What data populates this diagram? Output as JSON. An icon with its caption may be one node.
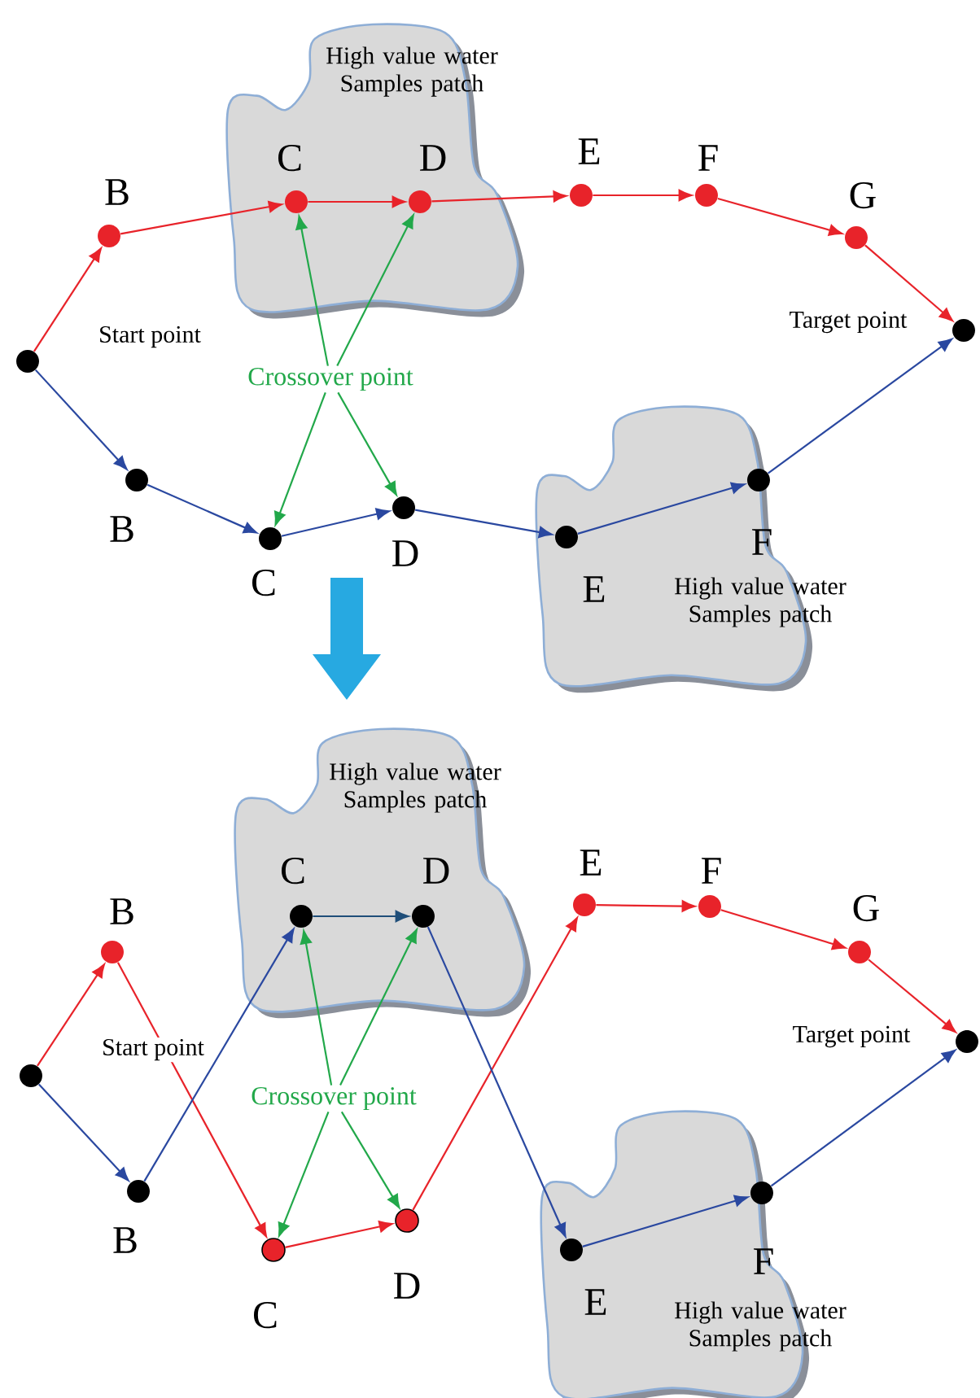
{
  "diagram": {
    "nodes": [
      {
        "text": [
          "High value water Samples patch"
        ]
      },
      {
        "text": [],
        "shape": "circle",
        "beside": [
          "Start point"
        ]
      },
      {
        "text": [],
        "shape": "circle",
        "beside": [
          "B"
        ]
      },
      {
        "text": [],
        "shape": "circle",
        "beside": [
          "C"
        ],
        "in": 0
      },
      {
        "text": [],
        "shape": "circle",
        "beside": [
          "D"
        ],
        "in": 0
      },
      {
        "text": [],
        "shape": "circle",
        "beside": [
          "E"
        ]
      },
      {
        "text": [],
        "shape": "circle",
        "beside": [
          "F"
        ]
      },
      {
        "text": [],
        "shape": "circle",
        "beside": [
          "G"
        ]
      },
      {
        "text": [],
        "shape": "circle",
        "beside": [
          "Target point"
        ]
      },
      {
        "text": [
          "Crossover point"
        ]
      },
      {
        "text": [
          "High value water Samples patch"
        ]
      },
      {
        "text": [],
        "shape": "circle",
        "beside": [
          "B"
        ]
      },
      {
        "text": [],
        "shape": "circle",
        "beside": [
          "C"
        ]
      },
      {
        "text": [],
        "shape": "circle",
        "beside": [
          "D"
        ]
      },
      {
        "text": [],
        "shape": "circle",
        "beside": [
          "E"
        ],
        "in": 10
      },
      {
        "text": [],
        "shape": "circle",
        "beside": [
          "F"
        ],
        "in": 10
      },
      {
        "text": [
          "High value water Samples patch"
        ]
      },
      {
        "text": [],
        "shape": "circle",
        "beside": [
          "Start point"
        ]
      },
      {
        "text": [],
        "shape": "circle",
        "beside": [
          "B"
        ]
      },
      {
        "text": [],
        "shape": "circle",
        "beside": [
          "C"
        ],
        "in": 16
      },
      {
        "text": [],
        "shape": "circle",
        "beside": [
          "D"
        ],
        "in": 16
      },
      {
        "text": [],
        "shape": "circle",
        "beside": [
          "E"
        ]
      },
      {
        "text": [],
        "shape": "circle",
        "beside": [
          "F"
        ]
      },
      {
        "text": [],
        "shape": "circle",
        "beside": [
          "G"
        ]
      },
      {
        "text": [],
        "shape": "circle",
        "beside": [
          "Target point"
        ]
      },
      {
        "text": [
          "Crossover point"
        ]
      },
      {
        "text": [
          "High value water Samples patch"
        ]
      },
      {
        "text": [],
        "shape": "circle",
        "beside": [
          "B"
        ]
      },
      {
        "text": [],
        "shape": "circle",
        "beside": [
          "C"
        ]
      },
      {
        "text": [],
        "shape": "circle",
        "beside": [
          "D"
        ]
      },
      {
        "text": [],
        "shape": "circle",
        "beside": [
          "E"
        ],
        "in": 26
      },
      {
        "text": [],
        "shape": "circle",
        "beside": [
          "F"
        ],
        "in": 26
      }
    ],
    "edges": [
      {
        "from": 1,
        "to": 2,
        "arrow": "to"
      },
      {
        "from": 2,
        "to": 3,
        "arrow": "to"
      },
      {
        "from": 3,
        "to": 4,
        "arrow": "to"
      },
      {
        "from": 4,
        "to": 5,
        "arrow": "to"
      },
      {
        "from": 5,
        "to": 6,
        "arrow": "to"
      },
      {
        "from": 6,
        "to": 7,
        "arrow": "to"
      },
      {
        "from": 7,
        "to": 8,
        "arrow": "to"
      },
      {
        "from": 1,
        "to": 11,
        "arrow": "to",
        "color": "#2a48a0"
      },
      {
        "from": 11,
        "to": 12,
        "arrow": "to",
        "color": "#2a48a0"
      },
      {
        "from": 12,
        "to": 13,
        "arrow": "to",
        "color": "#2a48a0"
      },
      {
        "from": 13,
        "to": 14,
        "arrow": "to",
        "color": "#2a48a0"
      },
      {
        "from": 14,
        "to": 15,
        "arrow": "to",
        "color": "#2a48a0"
      },
      {
        "from": 15,
        "to": 8,
        "arrow": "to",
        "color": "#2a48a0"
      },
      {
        "from": 9,
        "to": 3,
        "arrow": "to",
        "color": "#22a84a"
      },
      {
        "from": 9,
        "to": 4,
        "arrow": "to",
        "color": "#22a84a"
      },
      {
        "from": 9,
        "to": 12,
        "arrow": "to",
        "color": "#22a84a"
      },
      {
        "from": 9,
        "to": 13,
        "arrow": "to",
        "color": "#22a84a"
      },
      {
        "from": 17,
        "to": 18,
        "arrow": "to"
      },
      {
        "from": 18,
        "to": 28,
        "arrow": "to"
      },
      {
        "from": 28,
        "to": 29,
        "arrow": "to"
      },
      {
        "from": 29,
        "to": 21,
        "arrow": "to"
      },
      {
        "from": 21,
        "to": 22,
        "arrow": "to"
      },
      {
        "from": 22,
        "to": 23,
        "arrow": "to"
      },
      {
        "from": 23,
        "to": 24,
        "arrow": "to"
      },
      {
        "from": 17,
        "to": 27,
        "arrow": "to",
        "color": "#2a48a0"
      },
      {
        "from": 27,
        "to": 19,
        "arrow": "to",
        "color": "#2a48a0"
      },
      {
        "from": 19,
        "to": 20,
        "arrow": "to",
        "color": "#1f4e79"
      },
      {
        "from": 20,
        "to": 30,
        "arrow": "to",
        "color": "#2a48a0"
      },
      {
        "from": 30,
        "to": 31,
        "arrow": "to",
        "color": "#2a48a0"
      },
      {
        "from": 31,
        "to": 24,
        "arrow": "to",
        "color": "#2a48a0"
      },
      {
        "from": 25,
        "to": 19,
        "arrow": "to",
        "color": "#22a84a"
      },
      {
        "from": 25,
        "to": 20,
        "arrow": "to",
        "color": "#22a84a"
      },
      {
        "from": 25,
        "to": 28,
        "arrow": "to",
        "color": "#22a84a"
      },
      {
        "from": 25,
        "to": 29,
        "arrow": "to",
        "color": "#22a84a"
      }
    ]
  }
}
